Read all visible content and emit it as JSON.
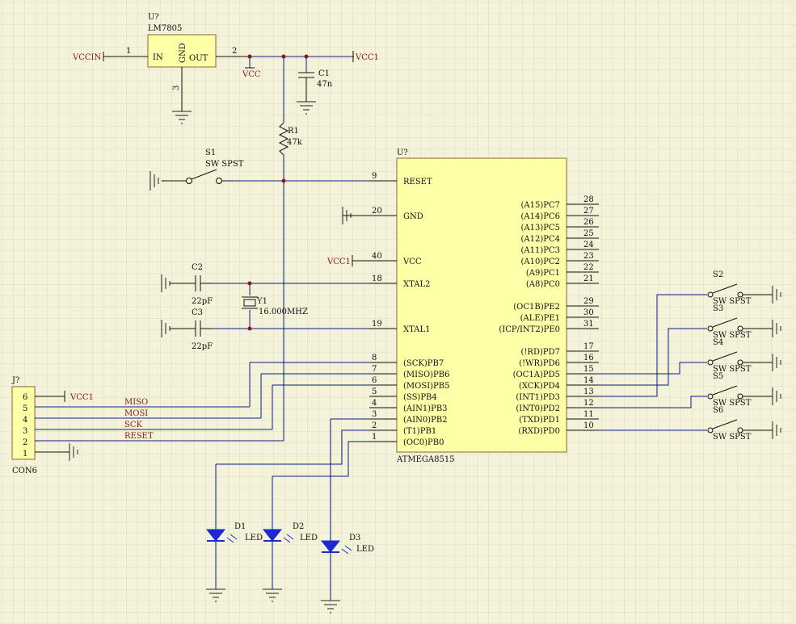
{
  "regulator": {
    "ref": "U?",
    "part": "LM7805",
    "pin_in": "IN",
    "pin_gnd": "GND",
    "pin_out": "OUT",
    "n1": "1",
    "n2": "2",
    "n3": "3"
  },
  "nets": {
    "vccin": "VCCIN",
    "vcc1_top": "VCC1",
    "vcc": "VCC",
    "vcc1_mcu": "VCC1",
    "vcc1_conn": "VCC1"
  },
  "c1": {
    "ref": "C1",
    "value": "47n"
  },
  "r1": {
    "ref": "R1",
    "value": "47k"
  },
  "s1": {
    "ref": "S1",
    "value": "SW SPST"
  },
  "c2": {
    "ref": "C2",
    "value": "22pF"
  },
  "c3": {
    "ref": "C3",
    "value": "22pF"
  },
  "y1": {
    "ref": "Y1",
    "value": "16.000MHZ"
  },
  "mcu": {
    "ref": "U?",
    "part": "ATMEGA8515",
    "left_pins": [
      {
        "num": "9",
        "name": "RESET"
      },
      {
        "num": "20",
        "name": "GND"
      },
      {
        "num": "40",
        "name": "VCC"
      },
      {
        "num": "18",
        "name": "XTAL2"
      },
      {
        "num": "19",
        "name": "XTAL1"
      },
      {
        "num": "8",
        "name": "(SCK)PB7"
      },
      {
        "num": "7",
        "name": "(MISO)PB6"
      },
      {
        "num": "6",
        "name": "(MOSI)PB5"
      },
      {
        "num": "5",
        "name": "(SS)PB4"
      },
      {
        "num": "4",
        "name": "(AIN1)PB3"
      },
      {
        "num": "3",
        "name": "(AIN0)PB2"
      },
      {
        "num": "2",
        "name": "(T1)PB1"
      },
      {
        "num": "1",
        "name": "(OC0)PB0"
      }
    ],
    "right_pins": [
      {
        "num": "28",
        "name": "(A15)PC7"
      },
      {
        "num": "27",
        "name": "(A14)PC6"
      },
      {
        "num": "26",
        "name": "(A13)PC5"
      },
      {
        "num": "25",
        "name": "(A12)PC4"
      },
      {
        "num": "24",
        "name": "(A11)PC3"
      },
      {
        "num": "23",
        "name": "(A10)PC2"
      },
      {
        "num": "22",
        "name": "(A9)PC1"
      },
      {
        "num": "21",
        "name": "(A8)PC0"
      },
      {
        "num": "29",
        "name": "(OC1B)PE2"
      },
      {
        "num": "30",
        "name": "(ALE)PE1"
      },
      {
        "num": "31",
        "name": "(ICP/INT2)PE0"
      },
      {
        "num": "17",
        "name": "(!RD)PD7"
      },
      {
        "num": "16",
        "name": "(!WR)PD6"
      },
      {
        "num": "15",
        "name": "(OC1A)PD5"
      },
      {
        "num": "14",
        "name": "(XCK)PD4"
      },
      {
        "num": "13",
        "name": "(INT1)PD3"
      },
      {
        "num": "12",
        "name": "(INT0)PD2"
      },
      {
        "num": "11",
        "name": "(TXD)PD1"
      },
      {
        "num": "10",
        "name": "(RXD)PD0"
      }
    ]
  },
  "connector": {
    "ref": "J?",
    "part": "CON6",
    "pins": [
      "6",
      "5",
      "4",
      "3",
      "2",
      "1"
    ],
    "signals": [
      "MISO",
      "MOSI",
      "SCK",
      "RESET"
    ]
  },
  "switches": [
    {
      "ref": "S2",
      "value": "SW SPST"
    },
    {
      "ref": "S3",
      "value": "SW SPST"
    },
    {
      "ref": "S4",
      "value": "SW SPST"
    },
    {
      "ref": "S5",
      "value": "SW SPST"
    },
    {
      "ref": "S6",
      "value": "SW SPST"
    }
  ],
  "leds": [
    {
      "ref": "D1",
      "value": "LED"
    },
    {
      "ref": "D2",
      "value": "LED"
    },
    {
      "ref": "D3",
      "value": "LED"
    }
  ],
  "colors": {
    "background": "#f4f3da",
    "grid": "#c8c7b0",
    "wire": "#0b1f8a",
    "component": "#ffffa8",
    "net_label": "#8b1a1a",
    "led": "#1a2ad0"
  }
}
